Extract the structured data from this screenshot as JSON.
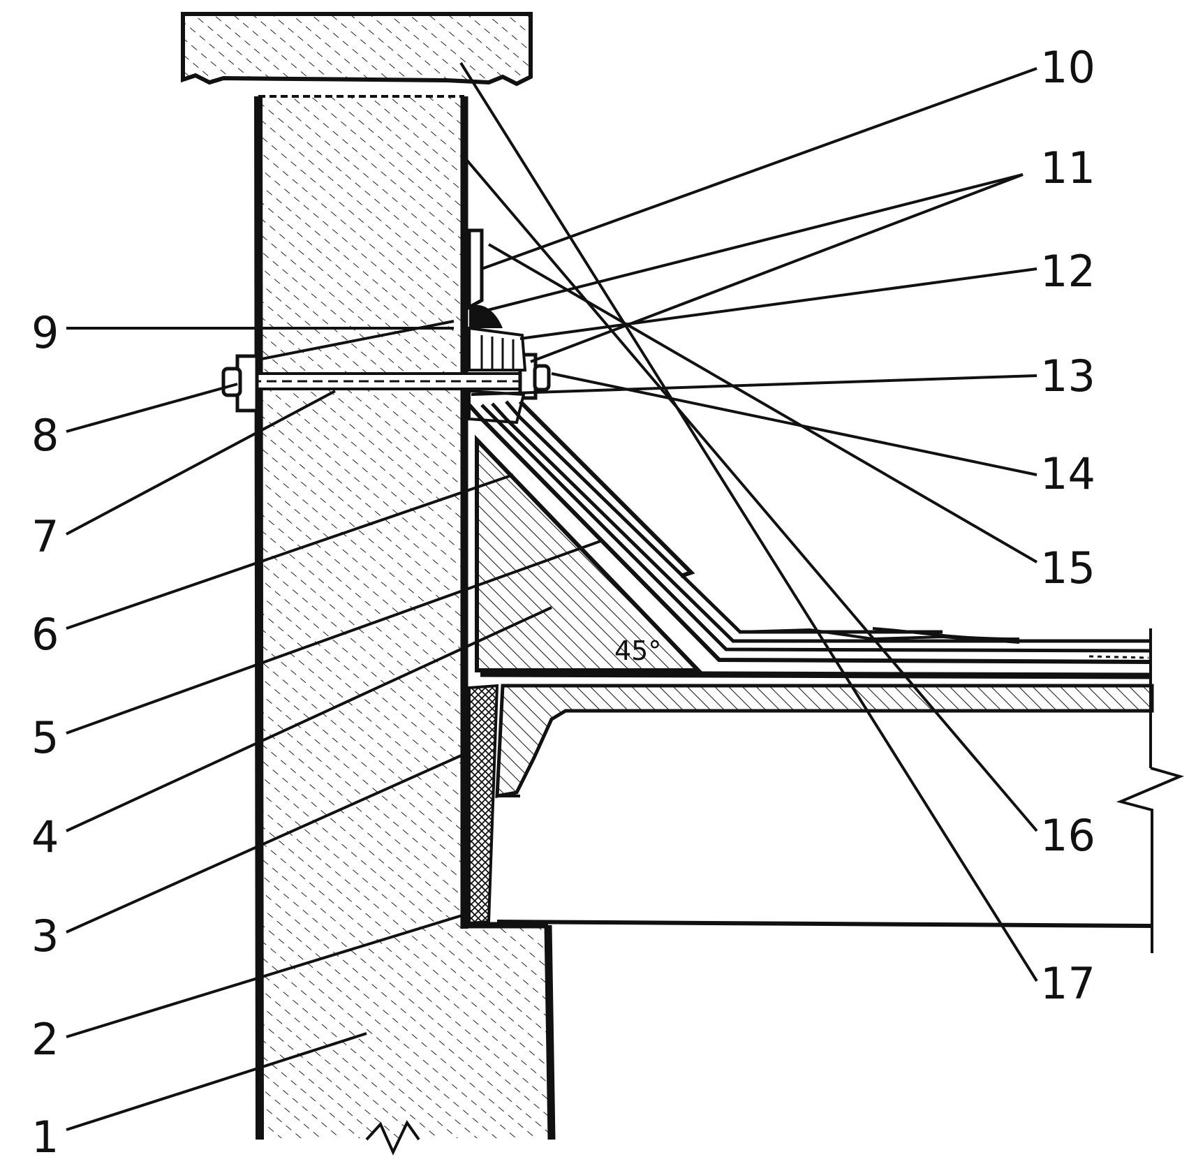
{
  "diagram": {
    "angle_label": "45°",
    "callouts": [
      {
        "id": "1",
        "label": "1"
      },
      {
        "id": "2",
        "label": "2"
      },
      {
        "id": "3",
        "label": "3"
      },
      {
        "id": "4",
        "label": "4"
      },
      {
        "id": "5",
        "label": "5"
      },
      {
        "id": "6",
        "label": "6"
      },
      {
        "id": "7",
        "label": "7"
      },
      {
        "id": "8",
        "label": "8"
      },
      {
        "id": "9",
        "label": "9"
      },
      {
        "id": "10",
        "label": "10"
      },
      {
        "id": "11",
        "label": "11"
      },
      {
        "id": "12",
        "label": "12"
      },
      {
        "id": "13",
        "label": "13"
      },
      {
        "id": "14",
        "label": "14"
      },
      {
        "id": "15",
        "label": "15"
      },
      {
        "id": "16",
        "label": "16"
      },
      {
        "id": "17",
        "label": "17"
      }
    ],
    "colors": {
      "ink": "#111111",
      "paper": "#ffffff"
    }
  }
}
